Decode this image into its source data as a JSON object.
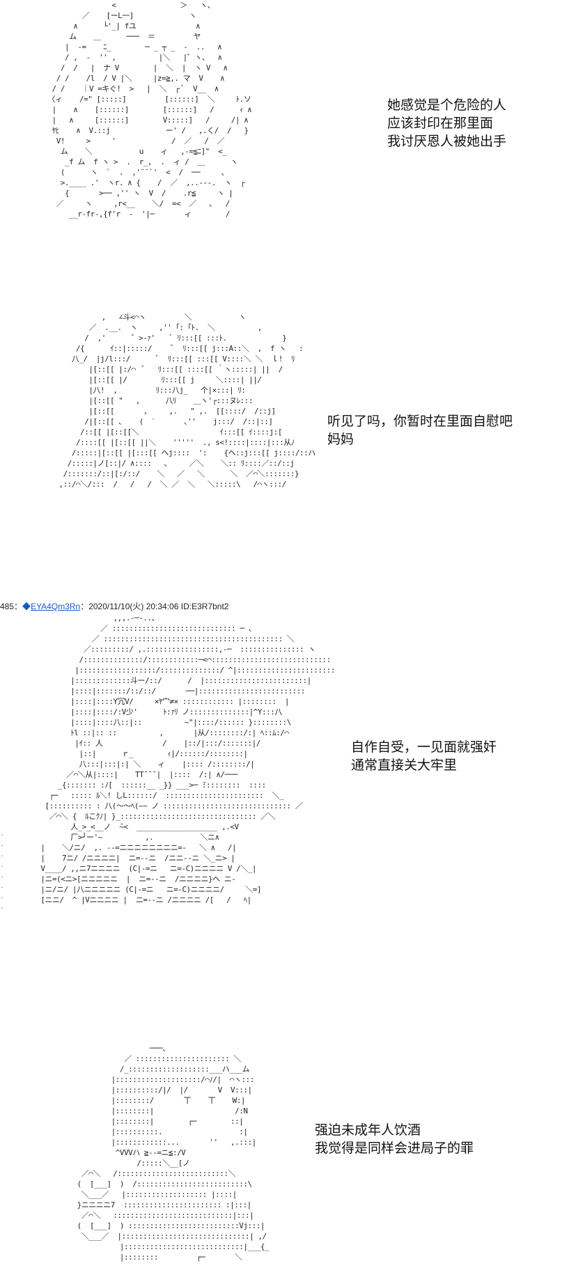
{
  "panels": [
    {
      "id": "panel-1",
      "dialogue": [
        "她感觉是个危险的人",
        "应该封印在那里面",
        "我讨厌恩人被她出手"
      ]
    },
    {
      "id": "panel-2",
      "dialogue": [
        "听见了吗，你暂时在里面自慰吧",
        "妈妈"
      ]
    },
    {
      "id": "panel-3",
      "dialogue": [
        "自作自受，一见面就强奸",
        "通常直接关大牢里"
      ]
    },
    {
      "id": "panel-4",
      "dialogue": [
        "强迫未成年人饮酒",
        "我觉得是同样会进局子的罪"
      ]
    }
  ],
  "post_header": {
    "number": "485",
    "separator": "：",
    "diamond": "◆",
    "name": "EYA4Qm3Rn",
    "date": "：2020/11/10(火) 20:34:06",
    "id": "ID:E3R7bnt2"
  },
  "art": {
    "panel_1": "                   <               ＞   ヽ、\n            ／    [ーL一]             ヽ\n          ∧      └'_| fユ              ∧\n         ム    ＿      ───  ＝         ヤ\n        |  -=    ﾆ_        ─ _ ┬ _  -  ..   ∧\n        / ,  -  '' ,          |＼   |゛ヽ、  ∧\n       /  /   |  ナ V        |  ＼  |  ヽ V   ∧\n      / /    /l  / V |＼     |z=≧,. マ  V    ∧\n     / /    ｜V =キぐ!  >   |  ＼  ┌ ﾞ  V__  ∧\n    〈ィ    /=\" [:::::]         [::::::]  ＼     ﾄ.ソ\n     |    ∧    [::::::]        [::::::]   /      ｨ ∧\n     |   ∧     [::::::]        V:::::]   /     /| ∧\n     ﾔﾋ    ∧  V.::j             ー' /   ,.く/  /   }\n      V!     >     '             /  ／   /  ／\n       ム    ＼           u    ィ   ,-=≦ﾆ]\"  <_\n        _f ム  f ヽ >  .  r_,  .  ィ /  ＿      ヽ\n       (      ヽ  `  .  ,'¨¨`'  <  /  ──     ､\n       >.____ .'  ヽr. ∧ {    /  ／  ,..---.  ヽ  ┌\n        {       >── ,'' ヽ  V  /    .r≦     ヽ |\n      ／     ヽ     ,r<__    ＼/  =<  ／   ､   /\n         __r-fr-,{f'r  -  '|─       ィ        /",
    "panel_2": "              ,   ∠斗<⌒ヽ         ＼           ヽ\n           ／  .__.  ヽ     ,'' ｢: ｢ﾄ.  ＼          ,\n          /  ,'      ゛>-ｧ'    ﾞ ﾘ:::[[ :::ﾄ.             }\n        /{      ｲ::|:::::/     ﾞ  ﾘ:::[[ j:::A::＼  ,  f ヽ   :\n       八_/  |j/l:::/      ﾞ  ﾘ:::[[ :::[[ V::::＼ ＼  ｌ!  ﾘ\n           |[::[[ |:/⌒  ﾞ   ﾘ:::[[ ::::[[ ｀ヽ:::::| ||  /\n           |[::[[ |/        ﾘ:::[[ j     ＼::::| ||/\n           |八!  ,         ﾘ:::八j_   个|×:::| ﾘ:\n           |[::[[ \"   ,      八ﾘ    ＿ヽ'┌:::ヌﾚ:::\n           |[::[[       ､     ,.   \" ,.  [[::::/  /::j]\n          /|[::[[ ､    (  ˋ       ､''    j:::/  /::|::]\n         /::[[ |[::[[＼                   ｲ:::[[ ｲ::::j:[\n        /::::[[ |[::[[ ||＼    '''''  ., s<!::::|::::|:::从ﾉ\n       /:::::|[::[[ |[:::[[ ヘj::::  ':    {ヘ::j:::[[ j::::/::ハ\n      /:::::|ノ[::|/ ∧::::   ､     ／＼    ＼:: ﾘ::::／::/::j\n     /:::::::/::|[:/::/    ＼   ／   ＼      ＼  ／⌒＼:::::::}\n    ,::/⌒＼/:::  /   /   /  ＼ ／  ＼   ＼:::::\\   /⌒ヽ:::/",
    "panel_3": "                    ,,,.-─-..、\n                 ／ ::::::::::::::::::::::::::::: ─ 、\n               ／ :::::::::::::::::::::::::::::::::::::::::: ＼\n             ／:::::::::/ ,.:::::::::::::::::,-─  ::::::::::::::: ヽ\n            /::::::::::::::/::::::::::::─<⌒::::::::::::::::::::::::::::\n           |::::::::::::::::::/::::::::::::::/ ^|:::::::::::::::::::::::\n          |:::::::::::::斗ー/::/      /  |::::::::::::::::::::::::|\n          |::::|:::::::/::/::/       ──|:::::::::::::::::::::::::\n          |::::|::::Y冗V/     ×ﾔ宀≠× :::::::::::: |::::::::  |\n          |::::|::::/:V少'      ﾄ:ｧﾘ ノ::::::::::::::|^Y:::八\n          |::::|::::八::|::          ~\"|::::/:::::: }::::::::\\\n          ﾄl ::|:: ::          ,       |从/::::::::/:| ﾍ::ﾑ:/⌒\n           |ｲ:: 人              /    |::/|:::/:::::::|/\n            |::|      ｒ_        ｨ|/::::::/::::::::|\n            八:::|:::|:| ＼    ィ    |:::: /::::::::/|\n         ／⌒＼从|::::|    TT¯¯¯|  |::::  /:| ∧/───\n       _{::::::: :ﾉ[  ::::::__ _}} ___>─ ̄:::::::::  ::::\n     ┌─   ::::: ﾙ＼! しL::::::/  :::::::::::::::::::::::  ＼_\n    [:::::::::: : 八(〜〜ﾍ(~~ ノ :::::::::::::::::::::::::::::: ／\n     ／⌒＼ {  ﾙこｸﾉ| }_:::::::::::::::::::::::::::::::: ／＼\n          人_>_<__ノ  ̄~<  ___________________ ,.<V\n          厂>┘ー'~          ,.           ＼ニ∧\n   |    ＼/ニ/  ,. --=ニニニニニニニニ=-   ＼ ∧   /|\n   |    7ニ/ /ニニニニ|  ニ=--ニ  /ニニ--ニ ＼_ニ> |\n   V____/ ,,ニ7ニニニニ  (C|-=ニ   ニ=-C)ニニニニ V /＼_|\n   |ニ=(<ニ>[ニニニニニ  |  ニ=--ニ  /ニニニニ}ヘ ニ-\n   |ニ/ニ/ |八ニニニニニ (C|-=ニ   ニ=-C)ニニニニ/     ＼=]\n   [ニニ/  ^ |Vニニニニ |  ニ=--ニ /ニニニニ /[   /   ﾍ|",
    "panel_4": "                      ───、\n                ／ :::::::::::::::::::::: ＼\n               /_:::::::::::::::::::___ハ___ム\n             |::::::::::::::::::::/⌒ﾉ/|  ⌒ヽ:::\n             |::::::::::/|/  |/       V  V:::|\n             |::::::::/       丅    丅    W:|\n             |::::::::|                   /:N\n             |::::::::|        ┌─        ::|\n             |::::::::::.                  :|\n             |::::::::::::...       ''   ,.:::|\n              ^VVVハ ≧--=ニ≦:/V\n                   /:::::＼__[ノ\n      ／⌒＼   /::::::::::::::::::::::::::＼\n     (  [___]  )  /::::::::::::::::::::::::::\\\n      ＼___／   |::::::::::::::::::: |::::|\n     }ニニニニ7  ::::::::::::::::::::::: :|:::|\n      ／⌒＼   ::::::::::::::::::::::::::::|:::|\n     (  [___]  ) ::::::::::::::::::::::::::Vj:::|\n      ＼___／  |::::::::::::::::::::::::::::::| ,/\n               |::::::::::::::::::::::::::::|___{_\n               |::::::::         ┌─       ＼"
  }
}
